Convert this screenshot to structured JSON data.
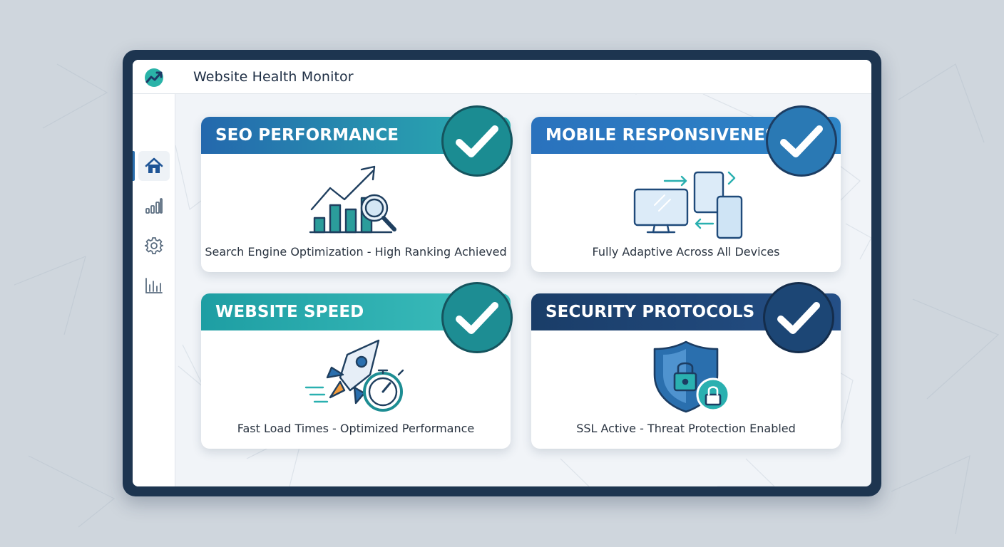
{
  "app": {
    "title": "Website Health Monitor",
    "logo_icon": "trend-line-logo-icon"
  },
  "sidebar": {
    "items": [
      {
        "name": "home",
        "icon": "home-icon",
        "active": true
      },
      {
        "name": "analytics",
        "icon": "signal-bars-icon",
        "active": false
      },
      {
        "name": "settings",
        "icon": "gear-icon",
        "active": false
      },
      {
        "name": "reports",
        "icon": "bar-chart-icon",
        "active": false
      }
    ]
  },
  "cards": [
    {
      "key": "seo",
      "title": "SEO PERFORMANCE",
      "caption": "Search Engine Optimization - High Ranking Achieved",
      "icon": "growth-chart-magnifier-icon",
      "status_icon": "check-icon",
      "header_colors": [
        "#2468ad",
        "#2ab0b0"
      ],
      "check_color": "#1b8c92"
    },
    {
      "key": "mobile",
      "title": "MOBILE RESPONSIVENESS",
      "caption": "Fully Adaptive Across All Devices",
      "icon": "multi-device-icon",
      "status_icon": "check-icon",
      "header_colors": [
        "#2a72bd",
        "#2f86c8"
      ],
      "check_color": "#2a79b4"
    },
    {
      "key": "speed",
      "title": "WEBSITE SPEED",
      "caption": "Fast Load Times - Optimized Performance",
      "icon": "rocket-stopwatch-icon",
      "status_icon": "check-icon",
      "header_colors": [
        "#1e9ea3",
        "#3dbfbd"
      ],
      "check_color": "#1d8d93"
    },
    {
      "key": "security",
      "title": "SECURITY PROTOCOLS",
      "caption": "SSL Active - Threat Protection Enabled",
      "icon": "shield-lock-icon",
      "status_icon": "check-icon",
      "header_colors": [
        "#1a3d68",
        "#244f86"
      ],
      "check_color": "#1c4675"
    }
  ]
}
